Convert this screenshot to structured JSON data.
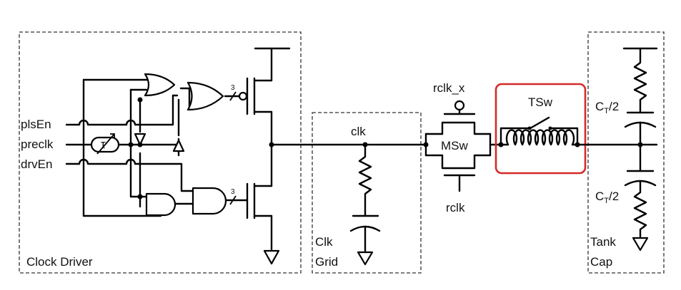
{
  "blocks": {
    "clock_driver": "Clock Driver",
    "clk_grid_line1": "Clk",
    "clk_grid_line2": "Grid",
    "tank_cap_line1": "Tank",
    "tank_cap_line2": "Cap"
  },
  "inputs": {
    "pls_en": "plsEn",
    "preclk": "preclk",
    "drv_en": "drvEn"
  },
  "bus_width_top": "3",
  "bus_width_bottom": "3",
  "delay_symbol": "τ",
  "nets": {
    "clk": "clk",
    "rclk_x": "rclk_x",
    "rclk": "rclk"
  },
  "switches": {
    "msw": "MSw",
    "tsw": "TSw"
  },
  "caps": {
    "ct_top_main": "C",
    "ct_top_sub": "T",
    "ct_top_div": "/2",
    "ct_bot_main": "C",
    "ct_bot_sub": "T",
    "ct_bot_div": "/2"
  },
  "colors": {
    "highlight": "#d62a2a"
  }
}
